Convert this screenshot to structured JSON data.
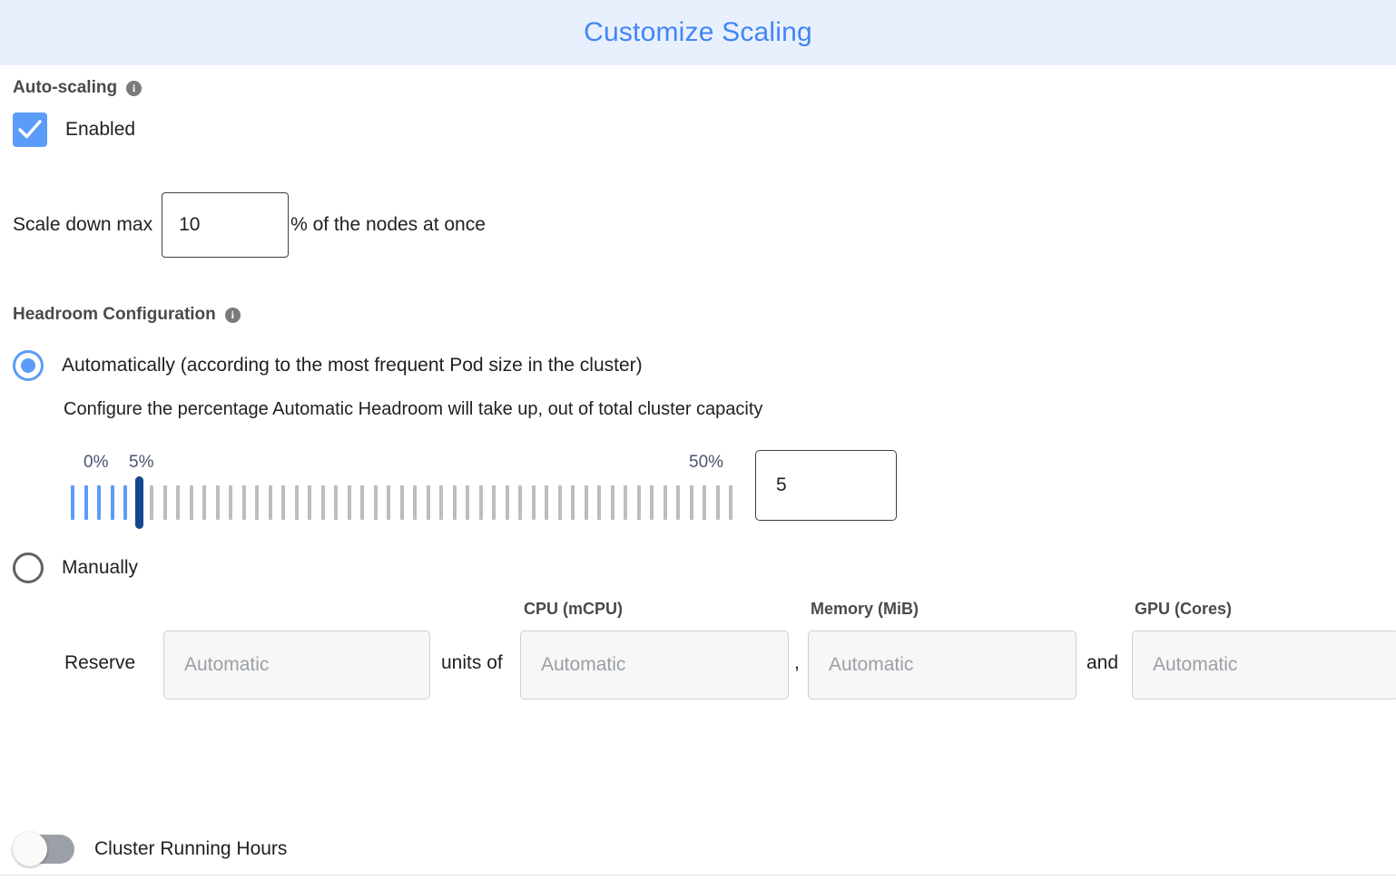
{
  "header": {
    "title": "Customize Scaling",
    "accent_color": "#4285f4",
    "background_color": "#e9f0fd"
  },
  "autoscaling": {
    "section_title": "Auto-scaling",
    "info_icon": "info-icon",
    "info_glyph": "i",
    "checkbox_label": "Enabled",
    "checkbox_checked": "true",
    "checkbox_color": "#5b9cf8"
  },
  "scale_down": {
    "label": "Scale down max",
    "value": "10",
    "suffix": "% of the nodes at once"
  },
  "headroom": {
    "section_title": "Headroom Configuration",
    "info_glyph": "i",
    "auto_option": {
      "label": "Automatically (according to the most frequent Pod size in the cluster)",
      "selected": "true",
      "help_text": "Configure the percentage Automatic Headroom will take up, out of total cluster capacity"
    },
    "slider": {
      "min_label": "0%",
      "current_label": "5%",
      "max_label": "50%",
      "min": 0,
      "max": 50,
      "value": 5,
      "tick_count": 51,
      "value_input": "5",
      "filled_color": "#5b9cf8",
      "empty_color": "#bdbdbd",
      "thumb_color": "#16488f",
      "label_color": "#4b5571"
    },
    "manual_option": {
      "label": "Manually",
      "selected": "false"
    },
    "reserve": {
      "prefix": "Reserve",
      "units_of": "units of",
      "comma": ",",
      "and": "and",
      "units_placeholder": "Automatic",
      "units_value": "",
      "cpu_label": "CPU (mCPU)",
      "cpu_placeholder": "Automatic",
      "cpu_value": "",
      "memory_label": "Memory (MiB)",
      "memory_placeholder": "Automatic",
      "memory_value": "",
      "gpu_label": "GPU (Cores)",
      "gpu_placeholder": "Automatic",
      "gpu_value": ""
    }
  },
  "cluster_running_hours": {
    "label": "Cluster Running Hours",
    "enabled": "false",
    "track_color": "#9aa0a6"
  }
}
